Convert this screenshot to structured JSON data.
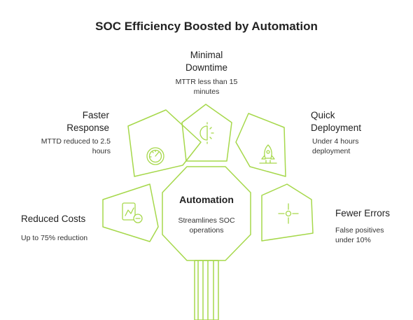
{
  "title": "SOC Efficiency Boosted by Automation",
  "center": {
    "title": "Automation",
    "description": "Streamlines SOC operations"
  },
  "items": [
    {
      "label": "Reduced Costs",
      "description": "Up to 75% reduction",
      "icon": "chart-minus-icon"
    },
    {
      "label": "Faster Response",
      "description": "MTTD reduced to 2.5 hours",
      "icon": "speedometer-icon"
    },
    {
      "label": "Minimal Downtime",
      "description": "MTTR less than 15 minutes",
      "icon": "half-sun-icon"
    },
    {
      "label": "Quick Deployment",
      "description": "Under 4 hours deployment",
      "icon": "rocket-icon"
    },
    {
      "label": "Fewer Errors",
      "description": "False positives under 10%",
      "icon": "crosshair-icon"
    }
  ],
  "colors": {
    "accent": "#a6d84b",
    "text": "#222222"
  }
}
